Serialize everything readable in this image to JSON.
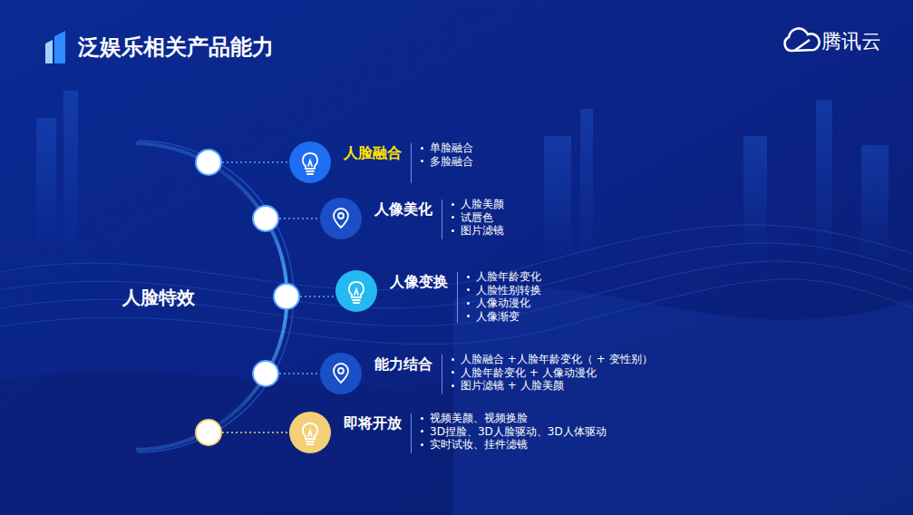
{
  "diagram": {
    "title": "泛娱乐相关产品能力",
    "nodes": [
      {
        "text": [
          "人脸融合",
          "单脸融合",
          "多脸融合"
        ]
      },
      {
        "text": [
          "人像美化",
          "人脸美颜",
          "试唇色",
          "图片滤镜"
        ]
      },
      {
        "text": [
          "人像变换",
          "人脸年龄变化",
          "人脸性别转换",
          "人像动漫化",
          "人像渐变"
        ]
      },
      {
        "text": [
          "能力结合",
          "人脸融合 +人脸年龄变化（ + 变性别）",
          "人脸年龄变化 + 人像动漫化",
          "图片滤镜 + 人脸美颜"
        ]
      },
      {
        "text": [
          "即将开放",
          "视频美颜、视频换脸",
          "3D捏脸、3D人脸驱动、3D人体驱动",
          "实时试妆、挂件滤镜"
        ]
      }
    ],
    "labels": [
      "人脸特效",
      "腾讯云"
    ]
  }
}
